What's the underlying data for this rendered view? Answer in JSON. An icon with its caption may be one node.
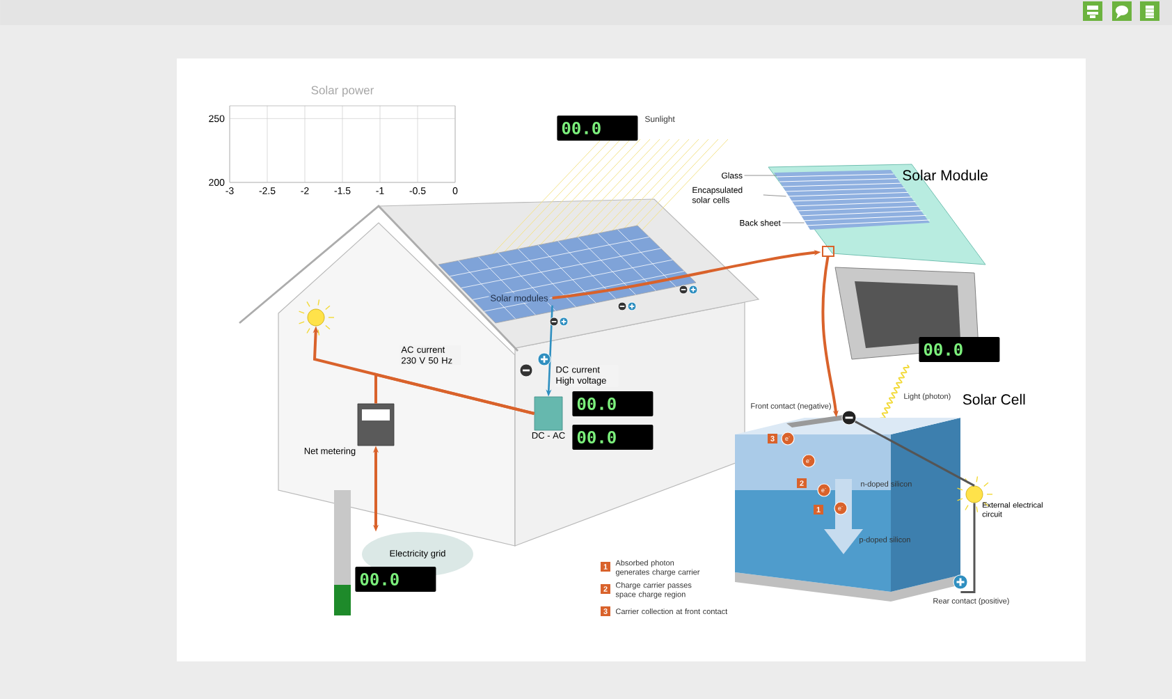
{
  "diagram": {
    "nodes": [
      {
        "text": [
          "Solar modules"
        ]
      },
      {
        "text": [
          "Solar Module"
        ]
      },
      {
        "text": [
          "Solar Cell"
        ]
      },
      {
        "text": [
          "DC - AC"
        ]
      },
      {
        "text": [],
        "shape": "picture"
      },
      {
        "text": [
          "Net metering"
        ]
      },
      {
        "text": [
          "Electricity grid"
        ]
      },
      {
        "text": [
          "External electrical circuit"
        ]
      },
      {
        "text": [
          "Glass"
        ]
      },
      {
        "text": [
          "Encapsulated solar cells"
        ]
      },
      {
        "text": [
          "Back sheet"
        ]
      }
    ],
    "edges": [
      {
        "from": 0,
        "to": 1,
        "arrow": "to"
      },
      {
        "from": 1,
        "to": 2,
        "arrow": "to"
      },
      {
        "from": 0,
        "to": 3,
        "arrow": "to",
        "label": "DC current High voltage",
        "color": "#2f8fc0"
      },
      {
        "from": 3,
        "to": 4,
        "arrow": "to",
        "label": "AC current 230 V 50 Hz"
      },
      {
        "from": 3,
        "to": 5,
        "arrow": "none"
      },
      {
        "from": 5,
        "to": 6,
        "arrow": "both"
      },
      {
        "from": 2,
        "to": 7,
        "arrow": "none",
        "color": "#555555"
      },
      {
        "from": 8,
        "to": 1,
        "arrow": "none",
        "color": "#777777"
      },
      {
        "from": 9,
        "to": 1,
        "arrow": "none",
        "color": "#777777"
      },
      {
        "from": 10,
        "to": 1,
        "arrow": "none",
        "color": "#777777"
      }
    ],
    "labels": [
      "Sunlight",
      "00.0",
      "00.0",
      "Front contact (negative)",
      "Light (photon)",
      "00.0",
      "00.0",
      "3",
      "e$^{-}$",
      "e$^{-}$",
      "2",
      "e$^{-}$",
      "n-doped silicon",
      "1",
      "e$^{-}$",
      "p-doped silicon",
      "00.0",
      "1",
      "Absorbed photon generates charge carrier",
      "2",
      "Charge carrier passes space charge region",
      "3",
      "Carrier collection at front contact",
      "Rear contact (positive)"
    ],
    "chart_data": {
      "type": "line",
      "title": "Solar power",
      "xlim": [
        -3,
        0
      ],
      "ylim": [
        200,
        260
      ],
      "xticks": [
        -3,
        -2.5,
        -2,
        -1.5,
        -1,
        -0.5,
        0
      ],
      "yticks": [
        200,
        250
      ],
      "grid": true
    }
  }
}
